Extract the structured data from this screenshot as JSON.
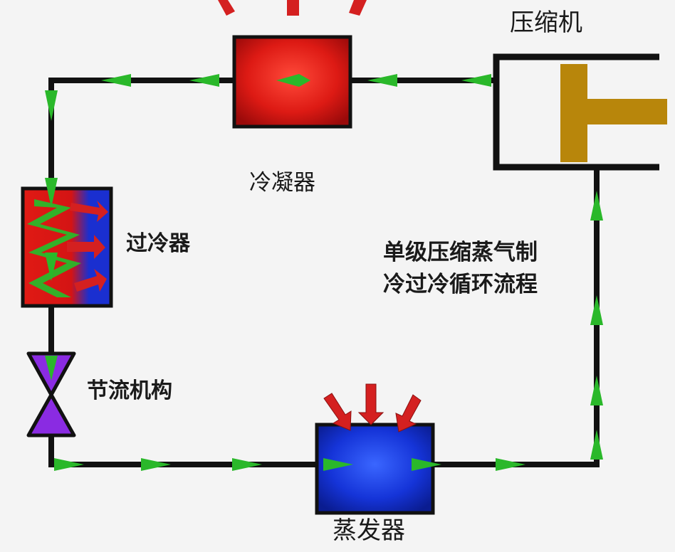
{
  "labels": {
    "compressor": "压缩机",
    "condenser": "冷凝器",
    "subcooler": "过冷器",
    "throttle": "节流机构",
    "evaporator": "蒸发器",
    "title_line1": "单级压缩蒸气制",
    "title_line2": "冷过冷循环流程"
  },
  "colors": {
    "pipe": "#111111",
    "flow_arrow": "#22aa22",
    "condenser": "#d41414",
    "evaporator": "#1630d8",
    "compressor_piston": "#b8860b",
    "heat_arrow": "#d42020",
    "valve": "#8a2be2"
  },
  "icons": {
    "flow": "green-flow-arrow",
    "heat_out": "red-heat-arrow",
    "heat_in": "red-heat-arrow",
    "valve": "bowtie-valve-icon"
  }
}
